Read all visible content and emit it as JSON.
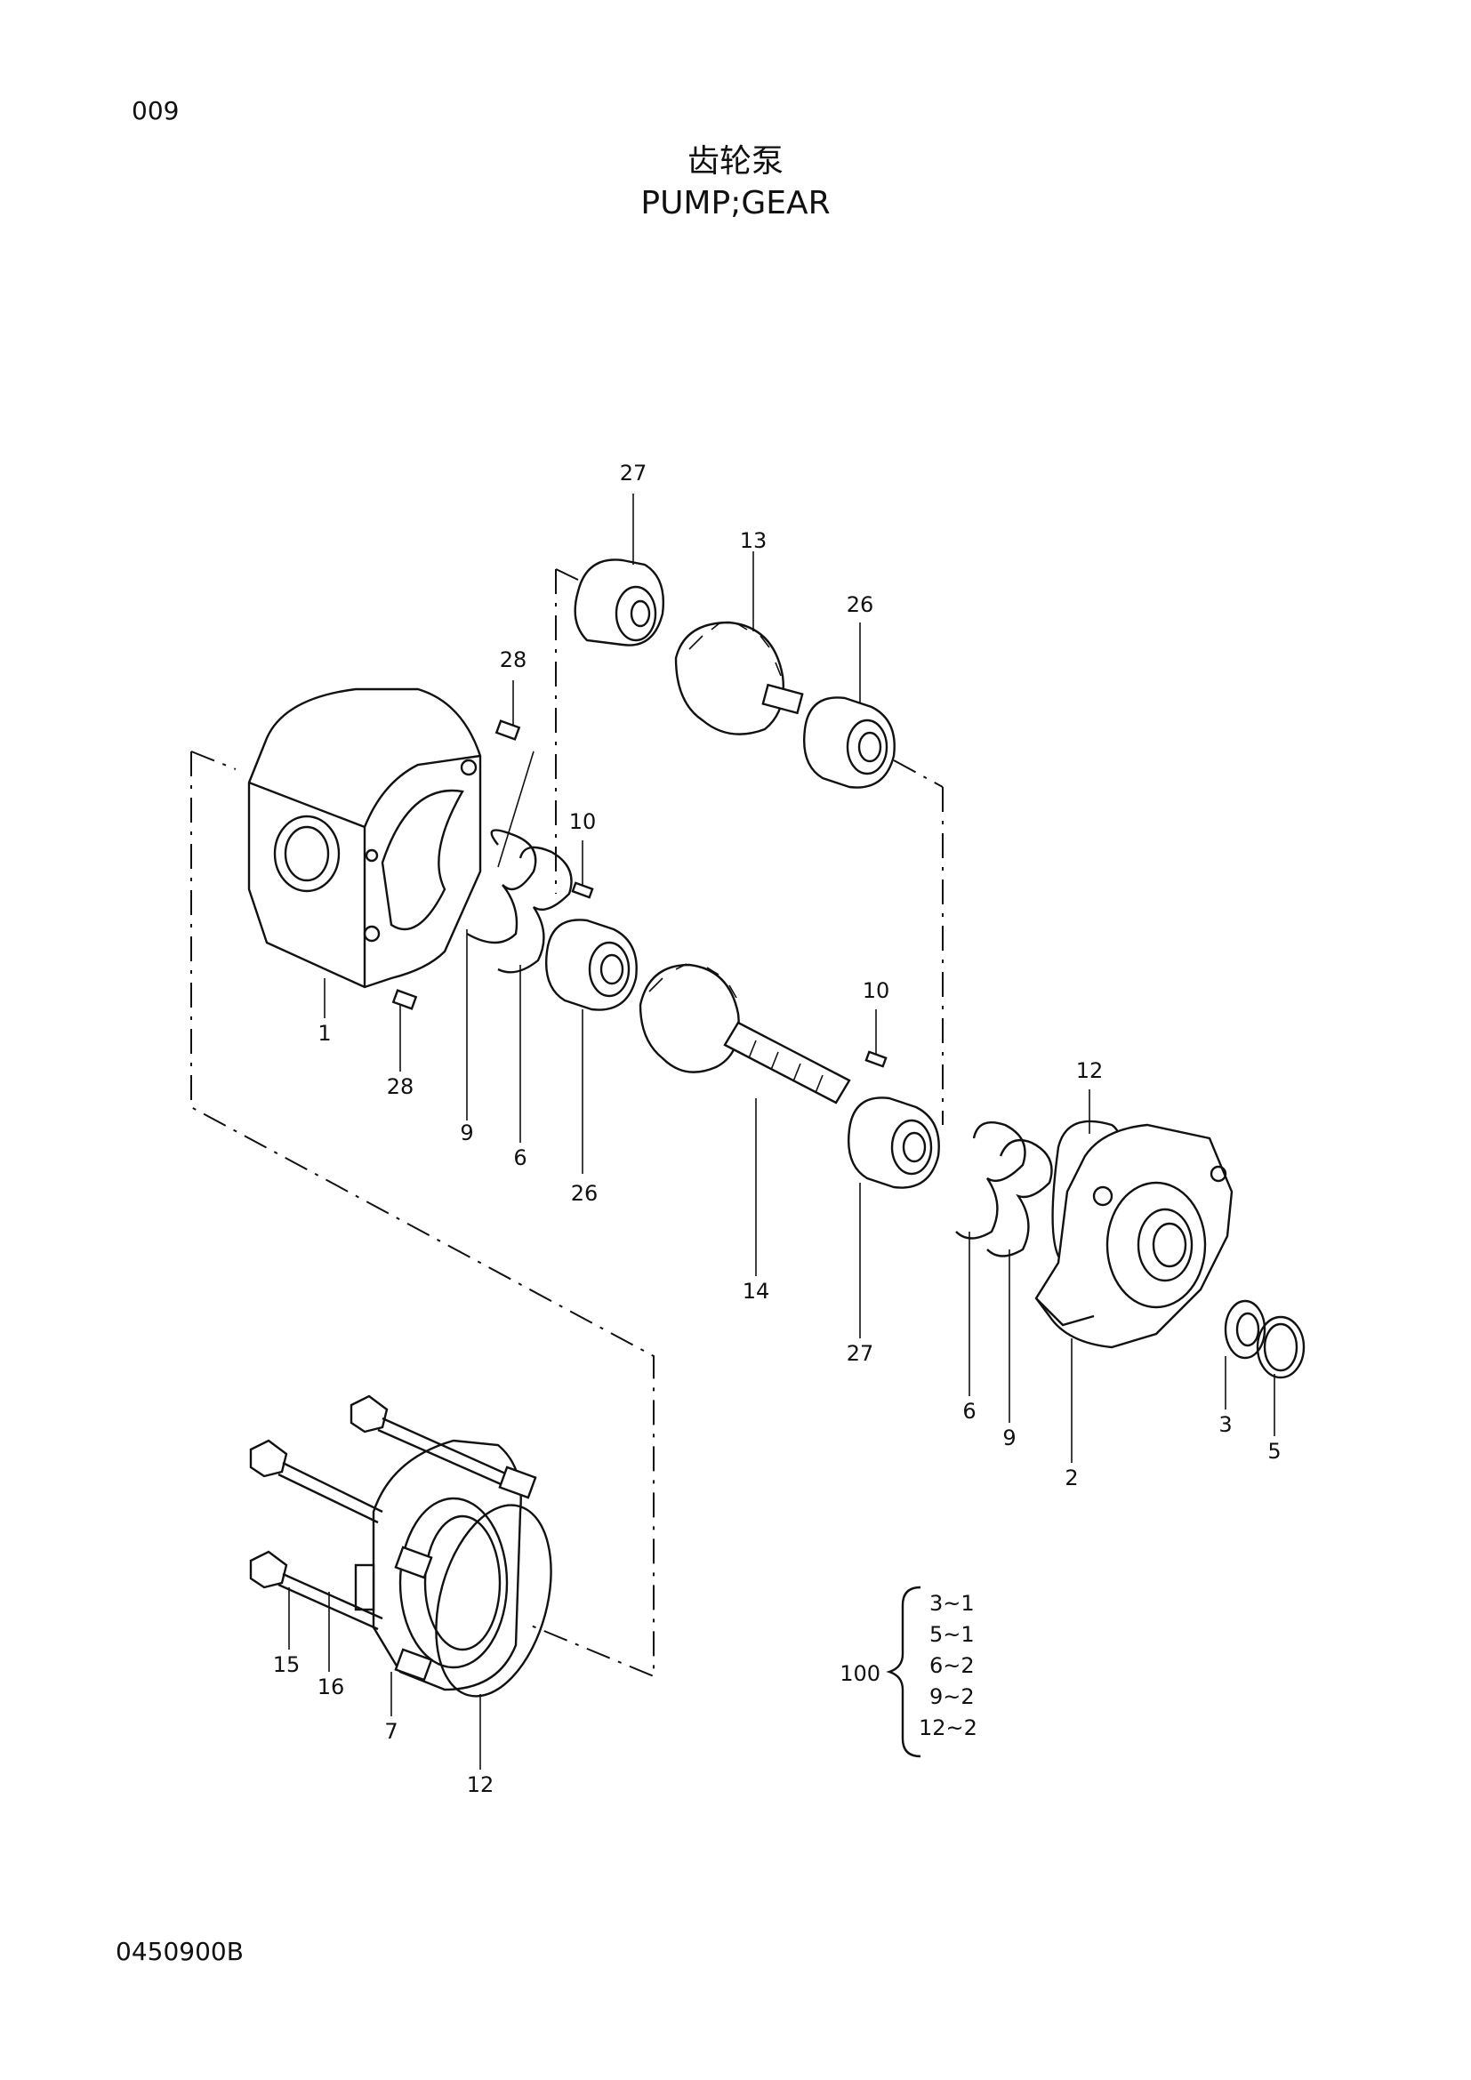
{
  "header": {
    "page_number": "009",
    "title_cn": "齿轮泵",
    "title_en": "PUMP;GEAR"
  },
  "footer": {
    "doc_code": "0450900B"
  },
  "callouts": {
    "c27_top": "27",
    "c13": "13",
    "c26_top": "26",
    "c28_top": "28",
    "c10_left": "10",
    "c1": "1",
    "c28_bot": "28",
    "c9_left": "9",
    "c6_left": "6",
    "c26_bot": "26",
    "c10_right": "10",
    "c14": "14",
    "c27_bot": "27",
    "c12_right": "12",
    "c6_right": "6",
    "c9_right": "9",
    "c2": "2",
    "c3": "3",
    "c5": "5",
    "c15": "15",
    "c16": "16",
    "c7": "7",
    "c12_bot": "12"
  },
  "kit": {
    "number": "100",
    "items": [
      "3~1",
      "5~1",
      "6~2",
      "9~2",
      "12~2"
    ]
  }
}
